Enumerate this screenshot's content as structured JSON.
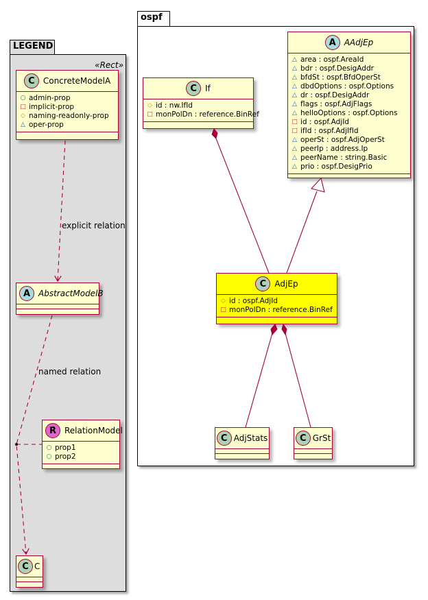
{
  "colors": {
    "class_fill": "#fefece",
    "class_border": "#a80036",
    "highlight_fill": "#ffff00",
    "legend_fill": "#dddddd",
    "edge": "#a80036"
  },
  "visibility_glyphs": {
    "public": "○",
    "private": "□",
    "protected": "◇",
    "package": "△"
  },
  "legend": {
    "title": "LEGEND",
    "stereotype": "«Rect»",
    "classes": {
      "concrete": {
        "badge": "C",
        "name": "ConcreteModelA",
        "attrs": [
          {
            "vis": "public",
            "text": "admin-prop"
          },
          {
            "vis": "private",
            "text": "implicit-prop"
          },
          {
            "vis": "protected",
            "text": "naming-readonly-prop"
          },
          {
            "vis": "package",
            "text": "oper-prop"
          }
        ]
      },
      "abstract": {
        "badge": "A",
        "name": "AbstractModelB"
      },
      "relation": {
        "badge": "R",
        "name": "RelationModel",
        "attrs": [
          {
            "vis": "public",
            "text": "prop1"
          },
          {
            "vis": "public",
            "text": "prop2"
          }
        ]
      },
      "c": {
        "badge": "C",
        "name": "C"
      }
    },
    "edge_labels": {
      "explicit": "explicit relation",
      "named": "named relation"
    }
  },
  "ospf": {
    "title": "ospf",
    "classes": {
      "aadjep": {
        "badge": "A",
        "name": "AAdjEp",
        "attrs": [
          {
            "vis": "package",
            "text": "area : ospf.AreaId"
          },
          {
            "vis": "package",
            "text": "bdr : ospf.DesigAddr"
          },
          {
            "vis": "package",
            "text": "bfdSt : ospf.BfdOperSt"
          },
          {
            "vis": "package",
            "text": "dbdOptions : ospf.Options"
          },
          {
            "vis": "package",
            "text": "dr : ospf.DesigAddr"
          },
          {
            "vis": "package",
            "text": "flags : ospf.AdjFlags"
          },
          {
            "vis": "package",
            "text": "helloOptions : ospf.Options"
          },
          {
            "vis": "private",
            "text": "id : ospf.AdjId"
          },
          {
            "vis": "private",
            "text": "ifId : ospf.AdjIfId"
          },
          {
            "vis": "package",
            "text": "operSt : ospf.AdjOperSt"
          },
          {
            "vis": "package",
            "text": "peerIp : address.Ip"
          },
          {
            "vis": "package",
            "text": "peerName : string.Basic"
          },
          {
            "vis": "package",
            "text": "prio : ospf.DesigPrio"
          }
        ]
      },
      "if": {
        "badge": "C",
        "name": "If",
        "attrs": [
          {
            "vis": "protected",
            "text": "id : nw.IfId"
          },
          {
            "vis": "private",
            "text": "monPolDn : reference.BinRef"
          }
        ]
      },
      "adjep": {
        "badge": "C",
        "name": "AdjEp",
        "attrs": [
          {
            "vis": "protected",
            "text": "id : ospf.AdjId"
          },
          {
            "vis": "private",
            "text": "monPolDn : reference.BinRef"
          }
        ]
      },
      "adjstats": {
        "badge": "C",
        "name": "AdjStats"
      },
      "grst": {
        "badge": "C",
        "name": "GrSt"
      }
    }
  }
}
